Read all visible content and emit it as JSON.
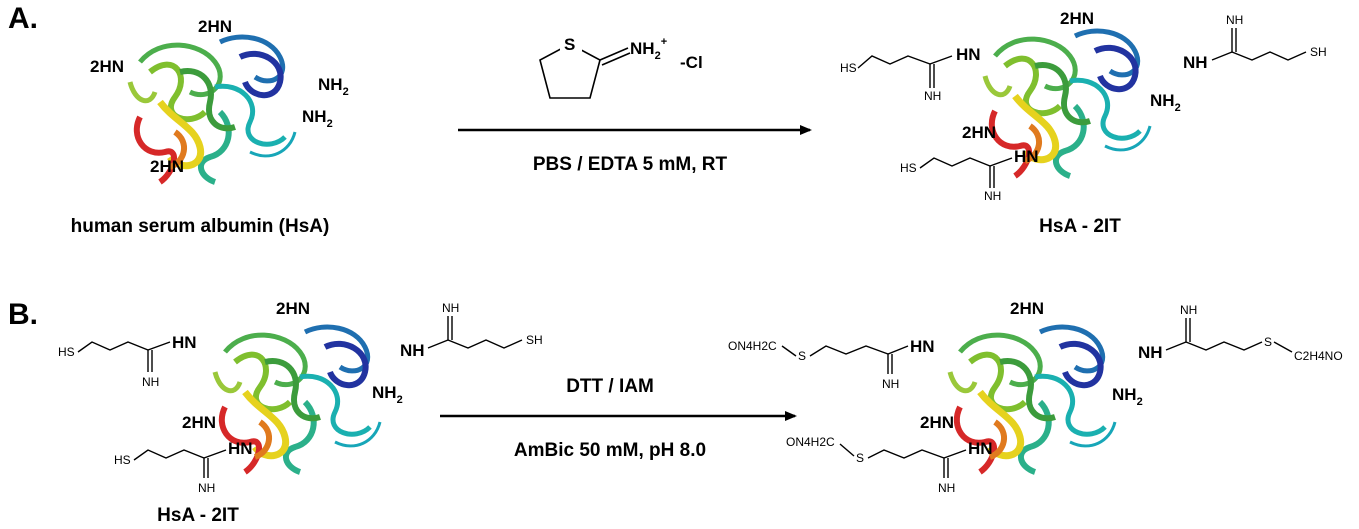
{
  "panels": [
    {
      "label": "A.",
      "reactant_caption": "human serum albumin (HsA)",
      "reagent": {
        "ring_atom": "S",
        "ion": "NH",
        "ion_sub": "2",
        "ion_sup": "+",
        "counter": "-Cl"
      },
      "condition": "PBS / EDTA 5 mM, RT",
      "product_caption": "HsA - 2IT"
    },
    {
      "label": "B.",
      "reactant_caption": "HsA - 2IT",
      "condition_top": "DTT / IAM",
      "condition_bottom": "AmBic 50 mM, pH 8.0"
    }
  ],
  "groups": {
    "amine_left": "2HN",
    "amine_right": "NH",
    "amine_sub": "2",
    "imine_nh": "NH",
    "hn": "HN",
    "nh": "NH",
    "sh": "SH",
    "hs": "HS",
    "s": "S",
    "carbamidomethyl_left": "ON4H2C",
    "carbamidomethyl_right": "C2H4NO"
  },
  "colors": {
    "protein_blue": "#2233a0",
    "protein_cyan": "#1ab0b0",
    "protein_green": "#4cae4c",
    "protein_yellow": "#e6d21e",
    "protein_orange": "#e07a1e",
    "protein_red": "#d62828",
    "arrow": "#000000"
  }
}
